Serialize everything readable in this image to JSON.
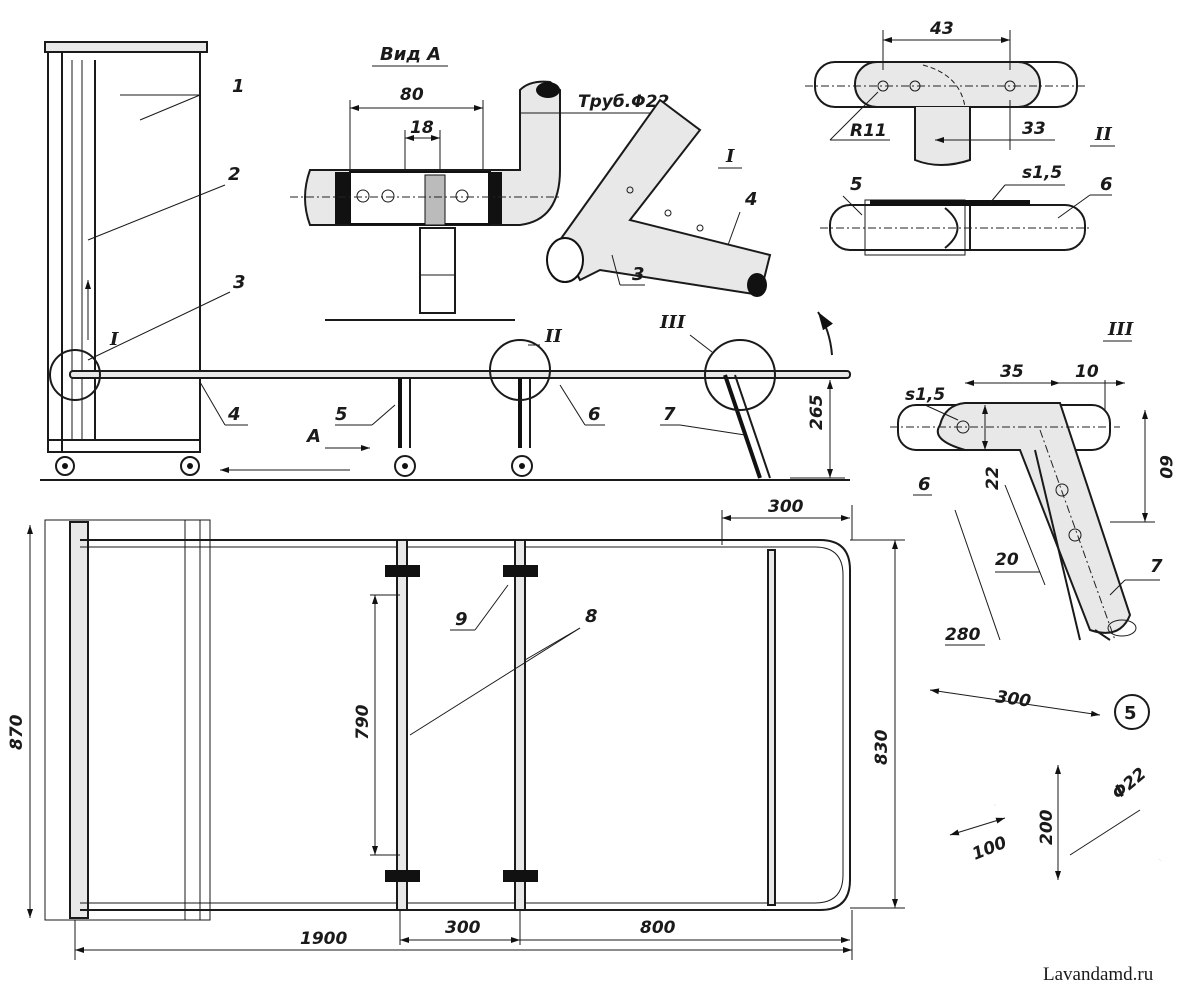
{
  "title": "Складная кровать — сборочный чертёж",
  "views": {
    "view_a": {
      "title": "Вид А",
      "dim_80": "80",
      "dim_18": "18",
      "tube": "Труб.Φ22"
    },
    "detail_I": {
      "label": "I",
      "part_3": "3",
      "part_4": "4"
    },
    "detail_II": {
      "label": "II",
      "dim_43": "43",
      "radius": "R11",
      "dim_33": "33",
      "part_5": "5",
      "part_6": "6",
      "thickness": "s1,5"
    },
    "detail_III": {
      "label": "III",
      "thickness": "s1,5",
      "dim_35": "35",
      "dim_10": "10",
      "dim_22": "22",
      "dim_60": "60",
      "dim_20": "20",
      "dim_280": "280",
      "part_6": "6",
      "part_7": "7"
    },
    "side_view": {
      "part_1": "1",
      "part_2": "2",
      "part_3": "3",
      "part_4": "4",
      "part_5": "5",
      "part_6": "6",
      "part_7": "7",
      "mark_I": "I",
      "mark_II": "II",
      "mark_III": "III",
      "view_arrow": "A",
      "dim_265": "265"
    },
    "plan_view": {
      "dim_300_top": "300",
      "dim_870": "870",
      "dim_790": "790",
      "dim_830": "830",
      "dim_1900": "1900",
      "dim_300": "300",
      "dim_800": "800",
      "part_8": "8",
      "part_9": "9"
    },
    "part_5_view": {
      "number": "5",
      "dim_300": "300",
      "dim_200": "200",
      "dim_100": "100",
      "diameter": "Φ22"
    }
  },
  "watermark": "Lavandamd.ru"
}
